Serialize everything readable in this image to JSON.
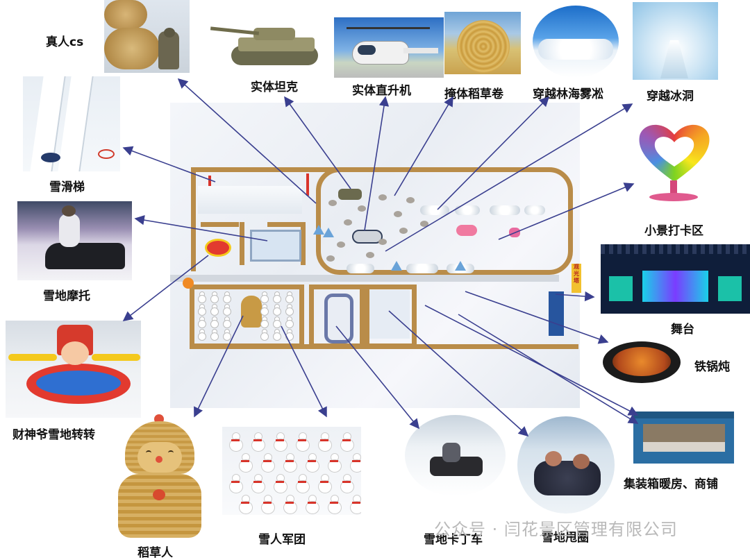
{
  "labels": {
    "real_cs": "真人cs",
    "tank": "实体坦克",
    "helicopter": "实体直升机",
    "straw_bunker": "掩体稻草卷",
    "rime_forest": "穿越林海雾凇",
    "ice_tunnel": "穿越冰洞",
    "snow_slide": "雪滑梯",
    "photo_spot": "小景打卡区",
    "snowmobile": "雪地摩托",
    "stage": "舞台",
    "iron_pot_stew": "铁锅炖",
    "caishen_spin": "财神爷雪地转转",
    "container_shop": "集装箱暖房、商铺",
    "scarecrow": "稻草人",
    "snowman_army": "雪人军团",
    "go_kart": "雪地卡丁车",
    "snow_tube_spin": "雪地甩圈"
  },
  "map": {
    "sign_text": "观光塔"
  },
  "watermark": "公众号 · 闫花景区管理有限公司",
  "colors": {
    "arrow": "#3a3f8f",
    "hay": "#b98c49",
    "pole": "#d9342b"
  }
}
